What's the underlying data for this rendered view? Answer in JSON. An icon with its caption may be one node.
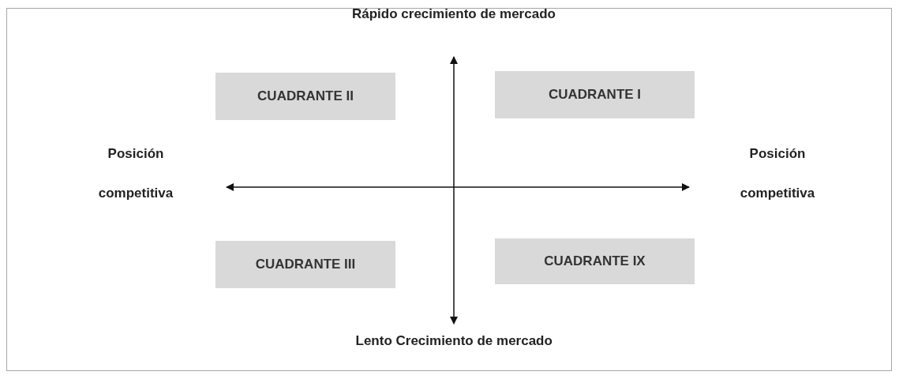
{
  "diagram": {
    "nodes": [
      {
        "text": [
          "CUADRANTE II"
        ]
      },
      {
        "text": [
          "CUADRANTE I"
        ]
      },
      {
        "text": [
          "CUADRANTE III"
        ]
      },
      {
        "text": [
          "CUADRANTE IX"
        ]
      }
    ],
    "labels": [
      "Rápido crecimiento de mercado",
      "Posición competitiva",
      "Posición competitiva",
      "Lento Crecimiento de mercado"
    ]
  }
}
